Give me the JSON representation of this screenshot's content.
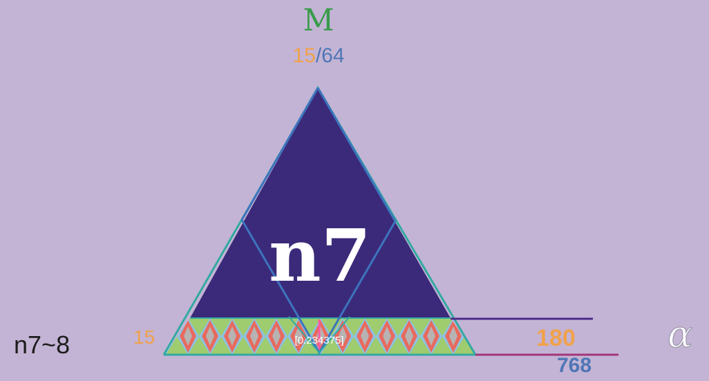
{
  "diagram": {
    "top_letter": "M",
    "fraction": {
      "numerator": "15",
      "separator": "/",
      "denominator": "64"
    },
    "center_label": "n7",
    "base_value": "[0.234375]",
    "side_label": "n7~8",
    "left_number": "15",
    "right_number_orange": "180",
    "right_number_blue": "768",
    "symbol": "α"
  },
  "colors": {
    "background": "#c3b4d5",
    "triangle_fill": "#3b2a7a",
    "edge_blue": "#3d74bd",
    "edge_teal": "#33a9a2",
    "orange": "#f0a24a",
    "blue_number": "#4f76b6",
    "green": "#3a9b4b",
    "purple_line": "#4c2c8a",
    "magenta_line": "#a3357a"
  }
}
